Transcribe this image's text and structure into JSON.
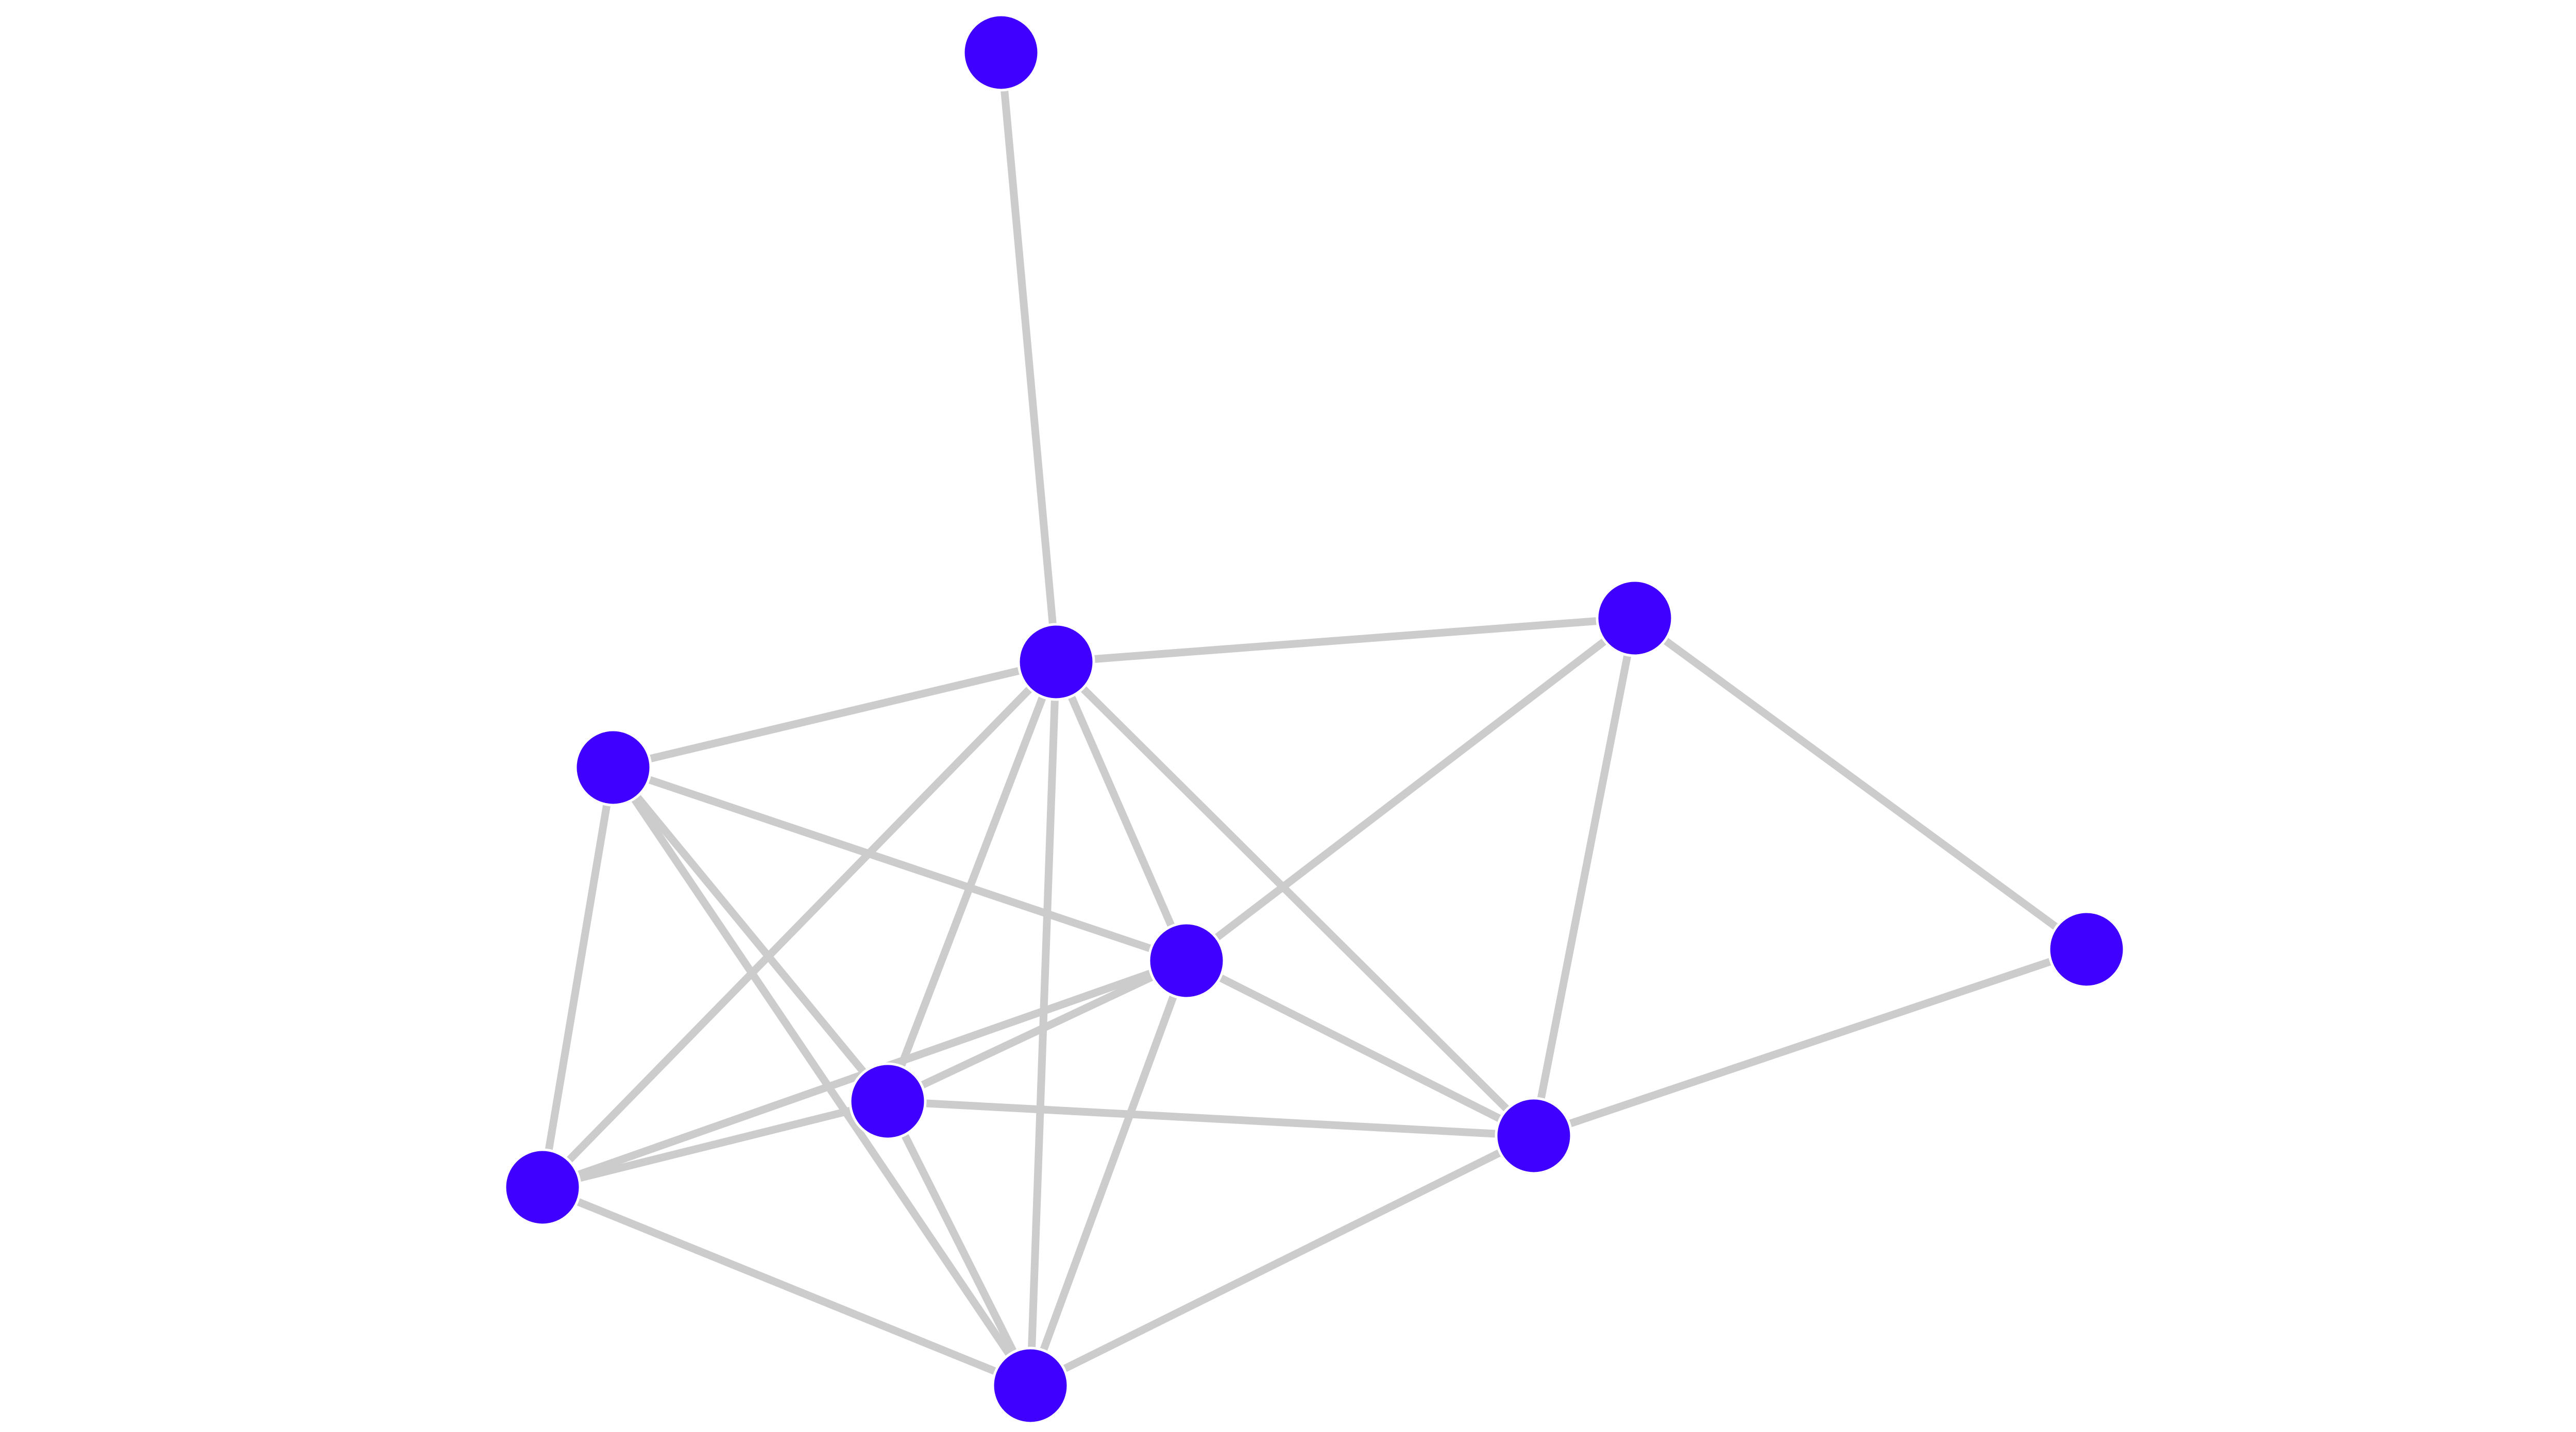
{
  "graph": {
    "node_color": "#4000FF",
    "edge_color": "#CCCCCC",
    "background_color": "#FFFFFF",
    "nodes": [
      {
        "id": "n0",
        "label": ""
      },
      {
        "id": "n1",
        "label": ""
      },
      {
        "id": "n2",
        "label": ""
      },
      {
        "id": "n3",
        "label": ""
      },
      {
        "id": "n4",
        "label": ""
      },
      {
        "id": "n5",
        "label": ""
      },
      {
        "id": "n6",
        "label": ""
      },
      {
        "id": "n7",
        "label": ""
      },
      {
        "id": "n8",
        "label": ""
      },
      {
        "id": "n9",
        "label": ""
      }
    ],
    "edges": [
      [
        "n0",
        "n1"
      ],
      [
        "n1",
        "n2"
      ],
      [
        "n1",
        "n3"
      ],
      [
        "n1",
        "n4"
      ],
      [
        "n1",
        "n5"
      ],
      [
        "n1",
        "n6"
      ],
      [
        "n1",
        "n7"
      ],
      [
        "n1",
        "n8"
      ],
      [
        "n2",
        "n4"
      ],
      [
        "n2",
        "n5"
      ],
      [
        "n2",
        "n6"
      ],
      [
        "n2",
        "n7"
      ],
      [
        "n3",
        "n9"
      ],
      [
        "n3",
        "n4"
      ],
      [
        "n3",
        "n8"
      ],
      [
        "n9",
        "n8"
      ],
      [
        "n4",
        "n5"
      ],
      [
        "n4",
        "n6"
      ],
      [
        "n4",
        "n7"
      ],
      [
        "n4",
        "n8"
      ],
      [
        "n5",
        "n6"
      ],
      [
        "n5",
        "n7"
      ],
      [
        "n5",
        "n8"
      ],
      [
        "n6",
        "n7"
      ],
      [
        "n7",
        "n8"
      ]
    ]
  }
}
